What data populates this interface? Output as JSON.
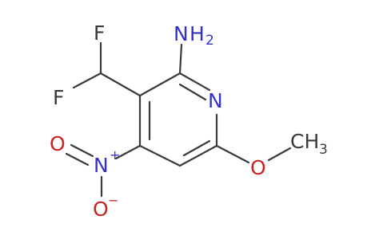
{
  "atoms": {
    "f_top": "F",
    "f_left": "F",
    "amino_n": "N",
    "amino_h": "H",
    "amino_sub": "2",
    "ring_n": "N",
    "nitro_n": "N",
    "nitro_n_charge": "+",
    "nitro_o_dbl": "O",
    "nitro_o_neg": "O",
    "nitro_o_charge": "−",
    "methoxy_o": "O",
    "methyl_c": "CH",
    "methyl_sub": "3"
  },
  "colors": {
    "bond": "#3a3a3a",
    "nitrogen": "#3333cc",
    "oxygen": "#cc2222",
    "carbon_label": "#3a3a3a"
  }
}
